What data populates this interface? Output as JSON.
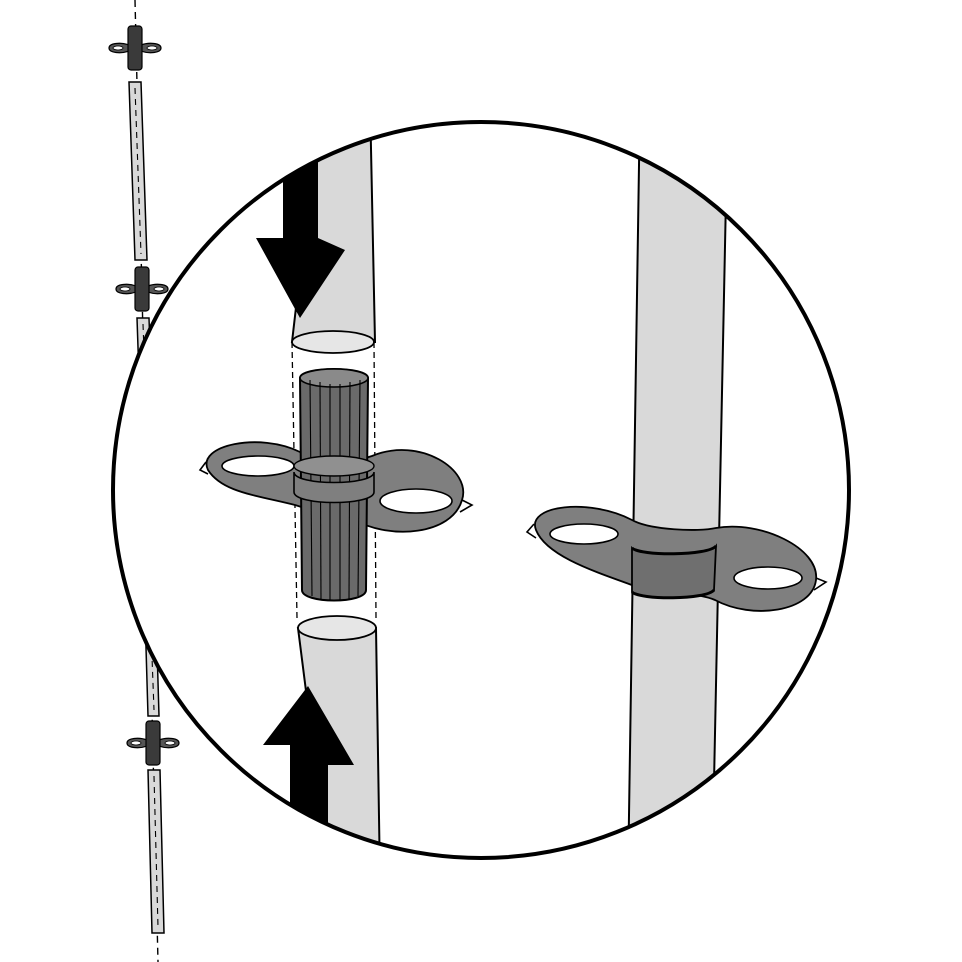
{
  "figure": {
    "type": "assembly-instruction-illustration",
    "background_color": "#ffffff",
    "line_color": "#000000",
    "tube_fill": "#d9d9d9",
    "connector_fill": "#808080",
    "connector_dark": "#5a5a5a",
    "arrow_color": "#000000",
    "overview": {
      "description_icon": "pole-assembly-overview",
      "segments": 4,
      "connectors": 4
    },
    "detail": {
      "icon": "magnified-detail-circle",
      "steps": [
        "insert-tubes-into-connector",
        "assembled-joint"
      ],
      "arrow_icons": [
        "arrow-down-icon",
        "arrow-up-icon"
      ]
    }
  }
}
